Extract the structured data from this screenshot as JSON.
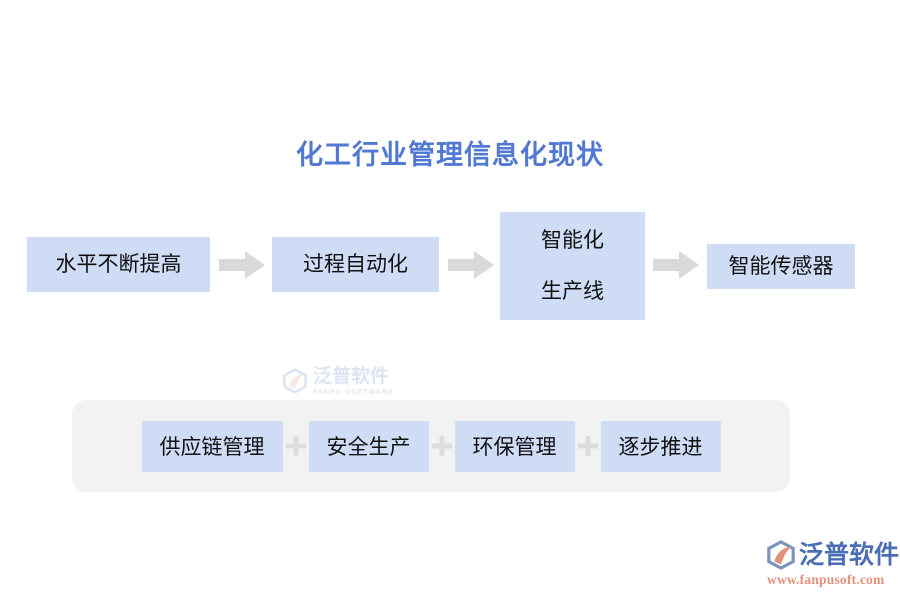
{
  "page": {
    "title": "化工行业管理信息化现状",
    "background_color": "#ffffff",
    "title_color": "#5179d4"
  },
  "flow": {
    "box_fill": "#cfdcf5",
    "arrow_color": "#d9d9d9",
    "steps": [
      {
        "lines": [
          "水平不断提高"
        ]
      },
      {
        "lines": [
          "过程自动化"
        ]
      },
      {
        "lines": [
          "智能化",
          "生产线"
        ]
      },
      {
        "lines": [
          "智能传感器"
        ]
      }
    ],
    "arrows": [
      {
        "name": "arrow-step1-to-step2"
      },
      {
        "name": "arrow-step2-to-step3"
      },
      {
        "name": "arrow-step3-to-step4"
      }
    ]
  },
  "bottom_group": {
    "panel_fill": "#f2f2f2",
    "chip_fill": "#cfdcf5",
    "separator_color": "#dcdcdc",
    "separator_glyph": "plus",
    "items": [
      {
        "label": "供应链管理"
      },
      {
        "label": "安全生产"
      },
      {
        "label": "环保管理"
      },
      {
        "label": "逐步推进"
      }
    ]
  },
  "watermark": {
    "name_cn": "泛普软件",
    "name_en": "FANPU SOFTWARE",
    "color": "#8fa6d8"
  },
  "corner_logo": {
    "name_cn": "泛普软件",
    "url": "www.fanpusoft.com",
    "name_color": "#4a6db5",
    "url_color": "#e3917d",
    "mark_accent": "#e3917d",
    "mark_outline": "#7d94bd"
  }
}
